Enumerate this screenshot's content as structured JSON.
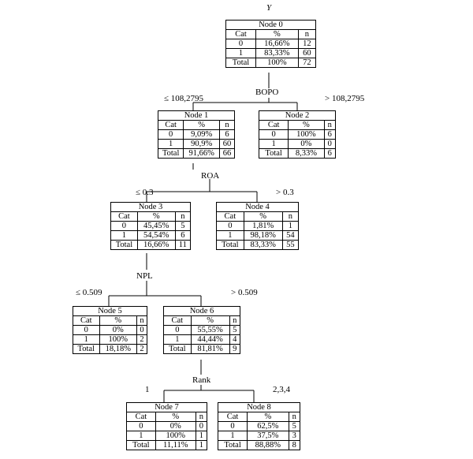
{
  "target": "Y",
  "nodes": [
    {
      "title": "Node 0",
      "header": [
        "Cat",
        "%",
        "n"
      ],
      "rows": [
        [
          "0",
          "16,66%",
          "12"
        ],
        [
          "1",
          "83,33%",
          "60"
        ],
        [
          "Total",
          "100%",
          "72"
        ]
      ]
    },
    {
      "title": "Node 1",
      "header": [
        "Cat",
        "%",
        "n"
      ],
      "rows": [
        [
          "0",
          "9,09%",
          "6"
        ],
        [
          "1",
          "90,9%",
          "60"
        ],
        [
          "Total",
          "91,66%",
          "66"
        ]
      ]
    },
    {
      "title": "Node 2",
      "header": [
        "Cat",
        "%",
        "n"
      ],
      "rows": [
        [
          "0",
          "100%",
          "6"
        ],
        [
          "1",
          "0%",
          "0"
        ],
        [
          "Total",
          "8,33%",
          "6"
        ]
      ]
    },
    {
      "title": "Node 3",
      "header": [
        "Cat",
        "%",
        "n"
      ],
      "rows": [
        [
          "0",
          "45,45%",
          "5"
        ],
        [
          "1",
          "54,54%",
          "6"
        ],
        [
          "Total",
          "16,66%",
          "11"
        ]
      ]
    },
    {
      "title": "Node 4",
      "header": [
        "Cat",
        "%",
        "n"
      ],
      "rows": [
        [
          "0",
          "1,81%",
          "1"
        ],
        [
          "1",
          "98,18%",
          "54"
        ],
        [
          "Total",
          "83,33%",
          "55"
        ]
      ]
    },
    {
      "title": "Node 5",
      "header": [
        "Cat",
        "%",
        "n"
      ],
      "rows": [
        [
          "0",
          "0%",
          "0"
        ],
        [
          "1",
          "100%",
          "2"
        ],
        [
          "Total",
          "18,18%",
          "2"
        ]
      ]
    },
    {
      "title": "Node 6",
      "header": [
        "Cat",
        "%",
        "n"
      ],
      "rows": [
        [
          "0",
          "55,55%",
          "5"
        ],
        [
          "1",
          "44,44%",
          "4"
        ],
        [
          "Total",
          "81,81%",
          "9"
        ]
      ]
    },
    {
      "title": "Node 7",
      "header": [
        "Cat",
        "%",
        "n"
      ],
      "rows": [
        [
          "0",
          "0%",
          "0"
        ],
        [
          "1",
          "100%",
          "1"
        ],
        [
          "Total",
          "11,11%",
          "1"
        ]
      ]
    },
    {
      "title": "Node 8",
      "header": [
        "Cat",
        "%",
        "n"
      ],
      "rows": [
        [
          "0",
          "62,5%",
          "5"
        ],
        [
          "1",
          "37,5%",
          "3"
        ],
        [
          "Total",
          "88,88%",
          "8"
        ]
      ]
    }
  ],
  "splits": [
    {
      "variable": "BOPO",
      "left": "≤ 108,2795",
      "right": "> 108,2795"
    },
    {
      "variable": "ROA",
      "left": "≤ 0.3",
      "right": "> 0.3"
    },
    {
      "variable": "NPL",
      "left": "≤ 0.509",
      "right": "> 0.509"
    },
    {
      "variable": "Rank",
      "left": "1",
      "right": "2,3,4"
    }
  ]
}
